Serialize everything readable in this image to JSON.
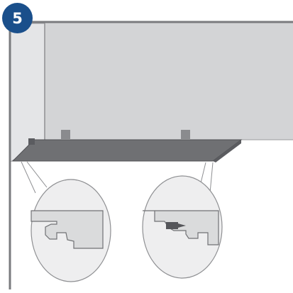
{
  "step": {
    "number": "5",
    "badge_color": "#1a4f8b"
  },
  "colors": {
    "wall_back": "#d3d4d6",
    "wall_side": "#e4e5e7",
    "frame": "#7a7b7e",
    "plank": "#6f7073",
    "magnifier_bg": "#eeeeef",
    "profile_fill": "#dadbdc",
    "clip": "#55565a"
  },
  "detail_callouts": [
    {
      "name": "left-profile-detail"
    },
    {
      "name": "right-profile-detail"
    }
  ]
}
